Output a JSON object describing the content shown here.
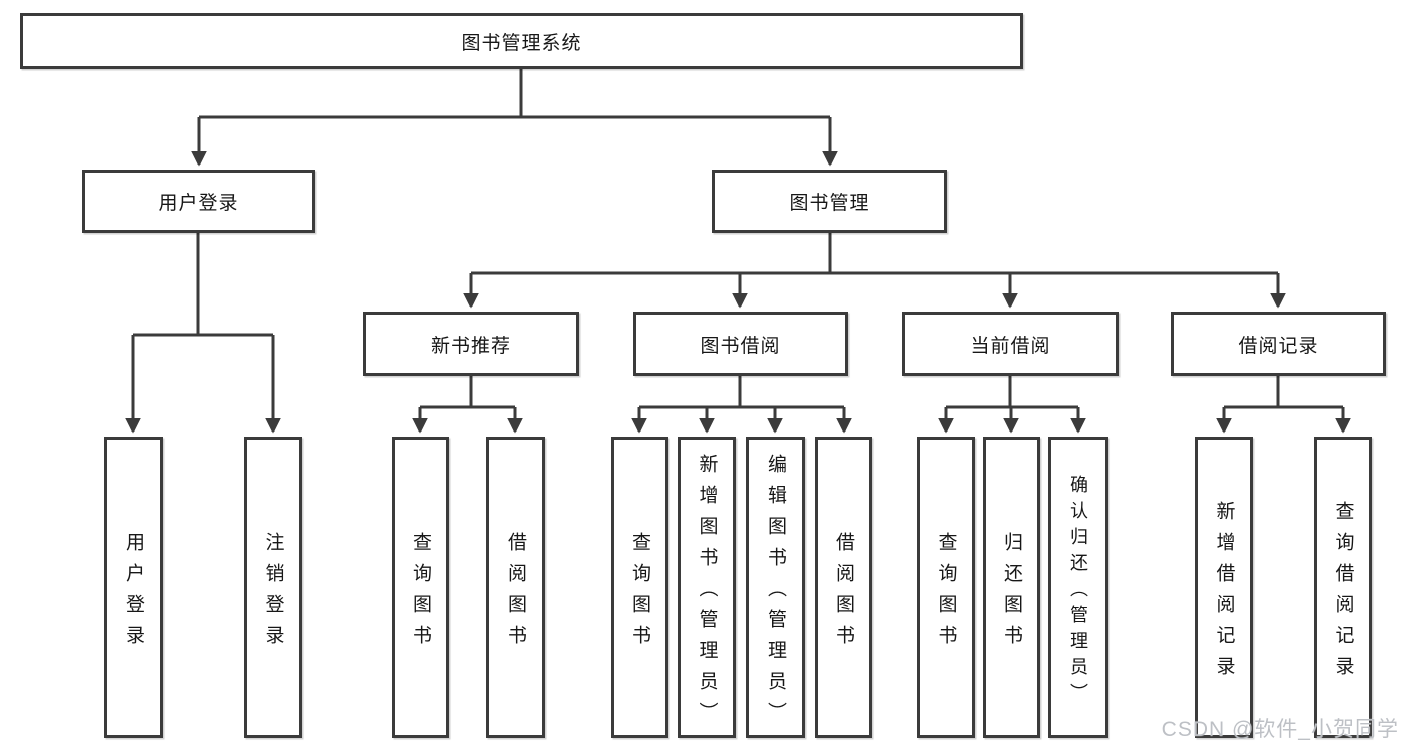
{
  "tree": {
    "root": "图书管理系统",
    "level1": [
      {
        "label": "用户登录",
        "leaves": [
          "用户登录",
          "注销登录"
        ]
      },
      {
        "label": "图书管理",
        "children": [
          {
            "label": "新书推荐",
            "leaves": [
              "查询图书",
              "借阅图书"
            ]
          },
          {
            "label": "图书借阅",
            "leaves": [
              "查询图书",
              "新增图书（管理员）",
              "编辑图书（管理员）",
              "借阅图书"
            ]
          },
          {
            "label": "当前借阅",
            "leaves": [
              "查询图书",
              "归还图书",
              "确认归还（管理员）"
            ]
          },
          {
            "label": "借阅记录",
            "leaves": [
              "新增借阅记录",
              "查询借阅记录"
            ]
          }
        ]
      }
    ]
  },
  "watermark": {
    "text": "CSDN @软件_小贺同学"
  },
  "colors": {
    "line": "#3b3b3b",
    "text": "#171717",
    "box_background": "#ffffff",
    "watermark": "#b9bdc2"
  }
}
